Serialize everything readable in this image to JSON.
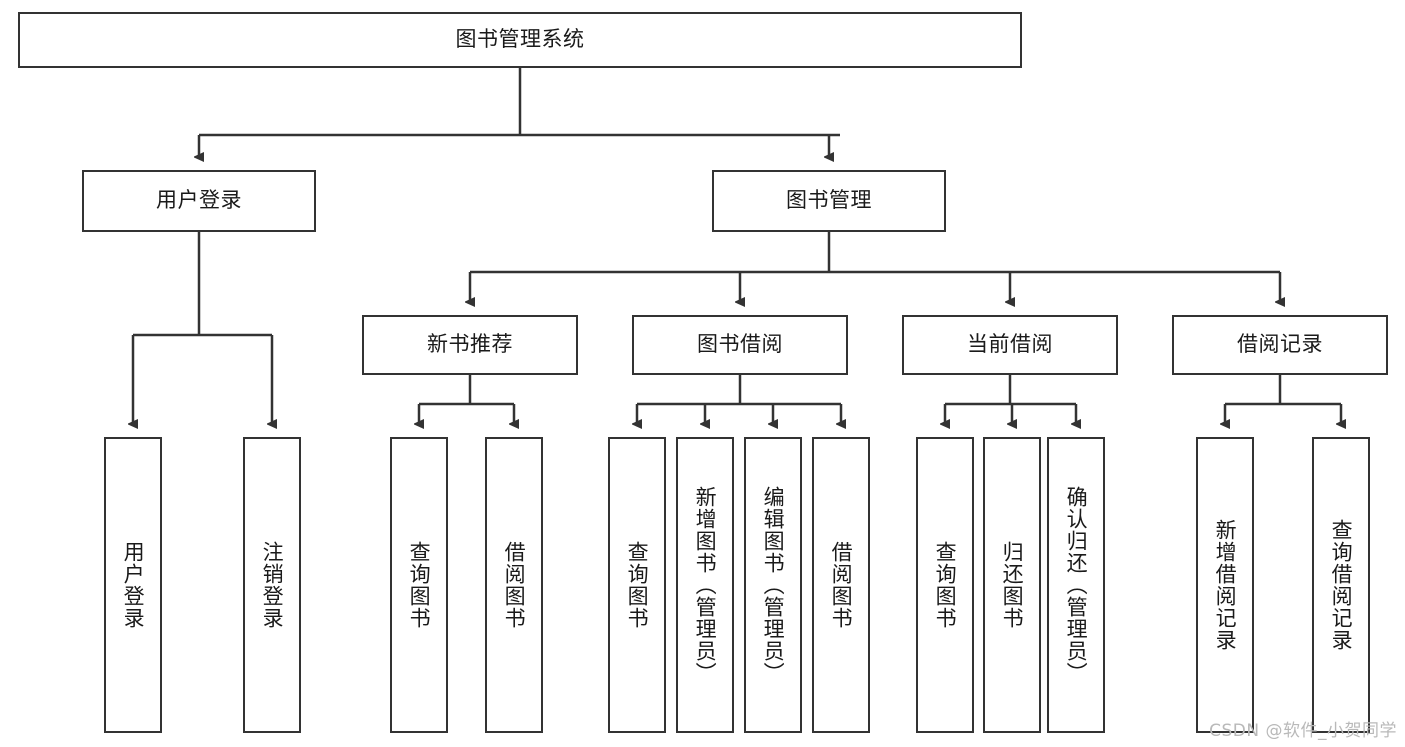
{
  "diagram": {
    "title_node": {
      "id": "root",
      "label": "图书管理系统"
    },
    "level2": [
      {
        "id": "login",
        "label": "用户登录"
      },
      {
        "id": "bookmgmt",
        "label": "图书管理"
      }
    ],
    "level3": [
      {
        "id": "newbook",
        "label": "新书推荐"
      },
      {
        "id": "borrow",
        "label": "图书借阅"
      },
      {
        "id": "current",
        "label": "当前借阅"
      },
      {
        "id": "records",
        "label": "借阅记录"
      }
    ],
    "leaves": {
      "login": [
        {
          "id": "leaf-user-login",
          "label": "用户登录"
        },
        {
          "id": "leaf-logout",
          "label": "注销登录"
        }
      ],
      "newbook": [
        {
          "id": "leaf-query-book-1",
          "label": "查询图书"
        },
        {
          "id": "leaf-borrow-book-1",
          "label": "借阅图书"
        }
      ],
      "borrow": [
        {
          "id": "leaf-query-book-2",
          "label": "查询图书"
        },
        {
          "id": "leaf-add-book",
          "label": "新增图书（管理员）"
        },
        {
          "id": "leaf-edit-book",
          "label": "编辑图书（管理员）"
        },
        {
          "id": "leaf-borrow-book-2",
          "label": "借阅图书"
        }
      ],
      "current": [
        {
          "id": "leaf-query-book-3",
          "label": "查询图书"
        },
        {
          "id": "leaf-return-book",
          "label": "归还图书"
        },
        {
          "id": "leaf-confirm-return",
          "label": "确认归还（管理员）"
        }
      ],
      "records": [
        {
          "id": "leaf-add-record",
          "label": "新增借阅记录"
        },
        {
          "id": "leaf-query-record",
          "label": "查询借阅记录"
        }
      ]
    }
  },
  "watermark": {
    "text": "CSDN @软件_小贺同学"
  },
  "colors": {
    "stroke": "#333333",
    "background": "#ffffff",
    "text": "#1a1a1a",
    "watermark": "#b9b9b9"
  }
}
